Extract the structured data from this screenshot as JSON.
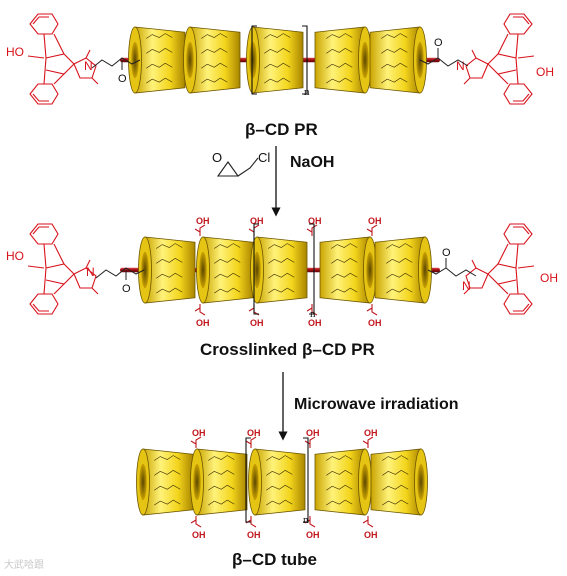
{
  "stages": {
    "pr_label": "β–CD PR",
    "crosslinked_label": "Crosslinked β–CD PR",
    "tube_label": "β–CD tube"
  },
  "conditions": {
    "step1_reagent": "NaOH",
    "step1_reagent_atoms": [
      "O",
      "Cl"
    ],
    "step2": "Microwave irradiation"
  },
  "stopper_labels": {
    "hydroxyl": "HO",
    "hydroxyl_right": "OH",
    "nitrogen": "N",
    "oxygen": "O"
  },
  "repeat_subscript": "n",
  "crosslink_label": "OH",
  "watermark": "大武哈跟",
  "colors": {
    "cd_body": "#f3d51c",
    "cd_shade": "#b08a00",
    "axle": "#b0161b",
    "stopper": "#d8121b",
    "crosslink": "#c0171d",
    "text": "#111111"
  },
  "icons": {
    "cyclodextrin": "cone-ring",
    "stopper": "anthracene-adduct",
    "arrow": "down-arrow"
  }
}
